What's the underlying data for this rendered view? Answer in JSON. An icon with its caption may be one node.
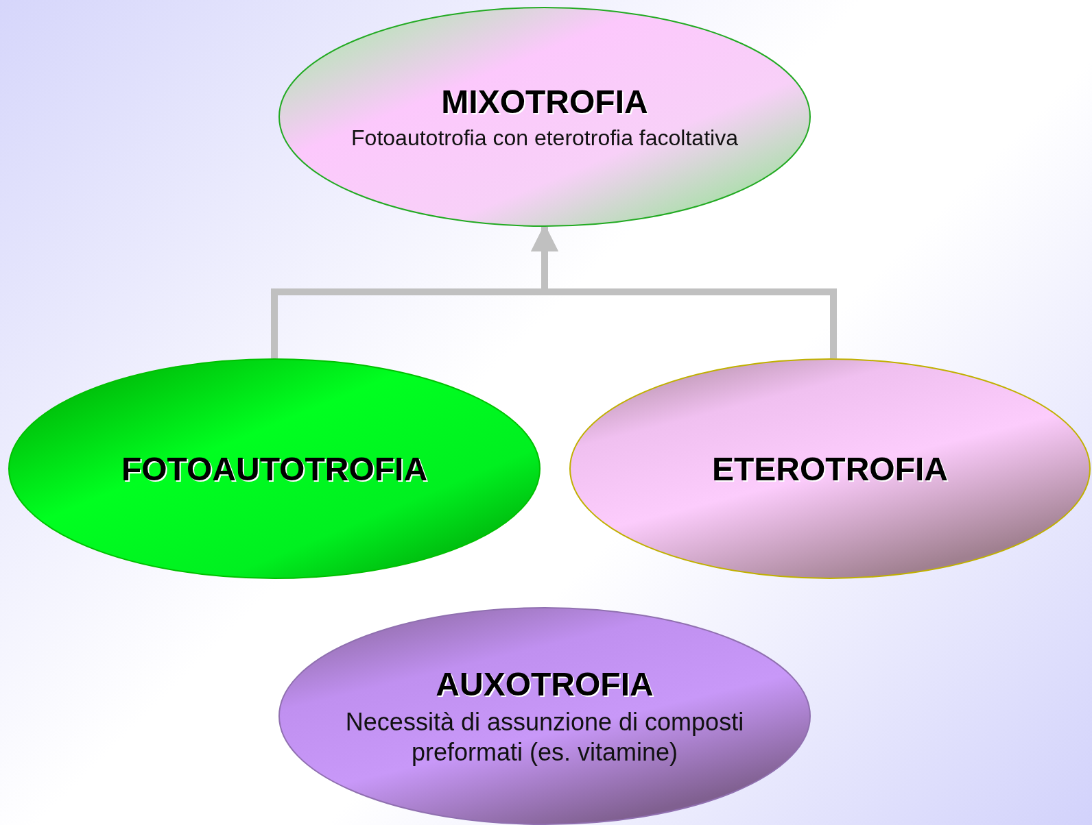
{
  "diagram": {
    "nodes": [
      {
        "text": [
          "MIXOTROFIA",
          "Fotoautotrofia con eterotrofia facoltativa"
        ]
      },
      {
        "text": [
          "FOTOAUTOTROFIA"
        ]
      },
      {
        "text": [
          "ETEROTROFIA"
        ]
      },
      {
        "text": [
          "AUXOTROFIA",
          "Necessità di assunzione di composti preformati (es. vitamine)"
        ]
      }
    ],
    "edges": [
      {
        "from": 1,
        "to": 0,
        "arrow": "to"
      },
      {
        "from": 2,
        "to": 0,
        "arrow": "to"
      }
    ]
  }
}
